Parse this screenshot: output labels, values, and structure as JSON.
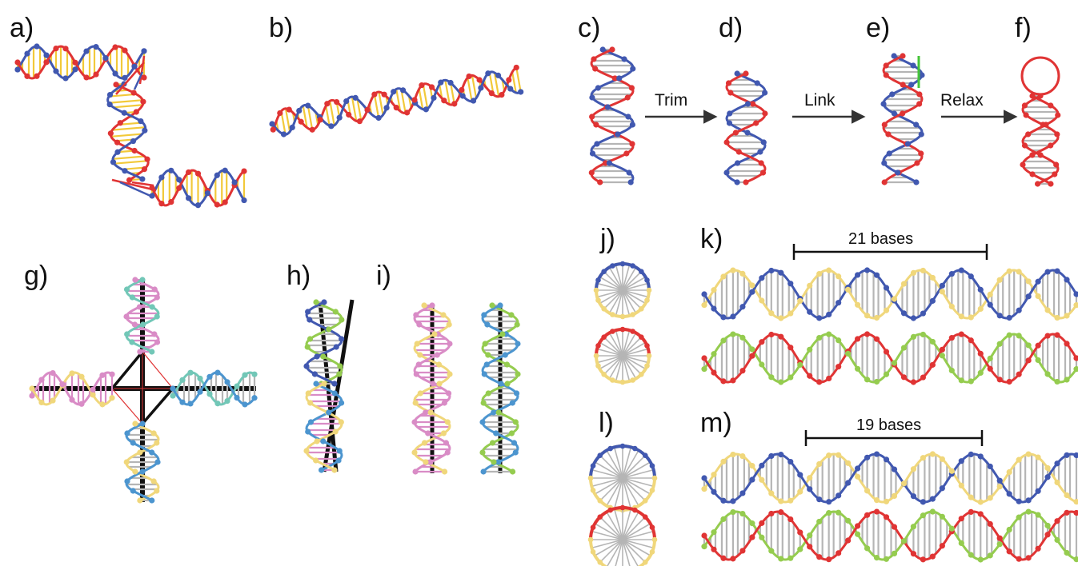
{
  "panels": {
    "a": "a)",
    "b": "b)",
    "c": "c)",
    "d": "d)",
    "e": "e)",
    "f": "f)",
    "g": "g)",
    "h": "h)",
    "i": "i)",
    "j": "j)",
    "k": "k)",
    "l": "l)",
    "m": "m)"
  },
  "steps": {
    "trim": "Trim",
    "link": "Link",
    "relax": "Relax"
  },
  "measures": {
    "k": "21 bases",
    "m": "19 bases"
  },
  "colors": {
    "red": "#e03434",
    "blue": "#4158b0",
    "yellow": "#f2c93a",
    "grey": "#b5b5b5",
    "green": "#95cc4f",
    "pink": "#d98cc6",
    "teal": "#72c7b7",
    "skyblue": "#4c95cf",
    "cream": "#f0d77b",
    "black": "#111111",
    "magenta": "#d83fa9",
    "linkgreen": "#45c438"
  }
}
